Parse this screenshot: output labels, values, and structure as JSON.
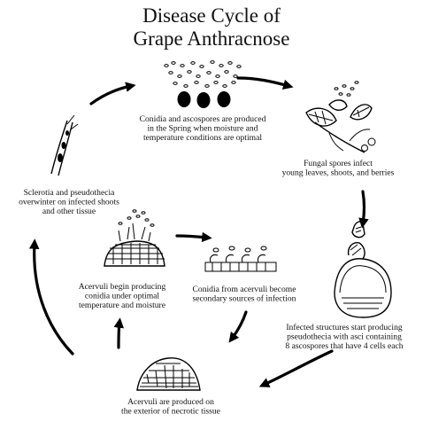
{
  "title": {
    "line1": "Disease Cycle of",
    "line2": "Grape Anthracnose"
  },
  "stages": [
    {
      "id": "conidia-ascospores",
      "lines": [
        "Conidia and ascospores are produced",
        "in the Spring when moisture and",
        "temperature conditions are optimal"
      ]
    },
    {
      "id": "spores-infect",
      "lines": [
        "Fungal spores infect",
        "young leaves, shoots, and berries"
      ]
    },
    {
      "id": "pseudothecia",
      "lines": [
        "Infected structures start producing",
        "pseudothecia with asci containing",
        "8 ascospores that have 4 cells each"
      ]
    },
    {
      "id": "acervuli-produced",
      "lines": [
        "Acervuli are produced on",
        "the exterior of necrotic tissue"
      ]
    },
    {
      "id": "acervuli-conidia",
      "lines": [
        "Acervuli begin producing",
        "conidia under optimal",
        "temperature and moisture"
      ]
    },
    {
      "id": "secondary-infection",
      "lines": [
        "Conidia from acervuli become",
        "secondary sources of infection"
      ]
    },
    {
      "id": "sclerotia",
      "lines": [
        "Sclerotia and pseudothecia",
        "overwinter on infected shoots",
        "and other tissue"
      ]
    }
  ],
  "illustrations": [
    "spores-and-sclerotia-illustration",
    "infected-leaves-shoot-illustration",
    "pseudothecium-illustration",
    "necrotic-tissue-acervulus-illustration",
    "acervulus-producing-conidia-illustration",
    "conidia-on-tissue-illustration",
    "infected-shoot-illustration"
  ]
}
